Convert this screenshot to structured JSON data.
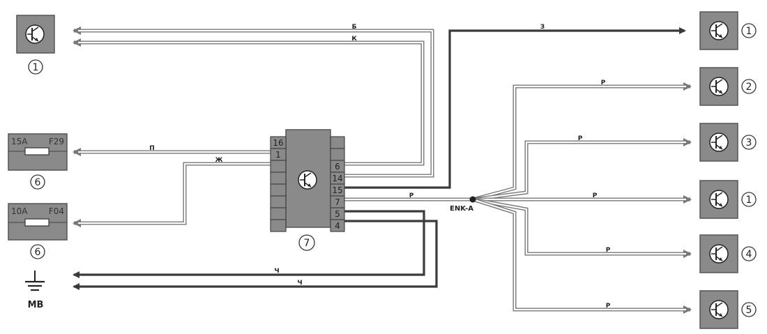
{
  "title": "",
  "colors": {
    "background": "#ffffff",
    "component_fill": "#8a8a8a",
    "component_border": "#555555",
    "wire_dark": "#3a3a3a",
    "wire_light_outline": "#777777",
    "wire_light_fill": "#ffffff"
  },
  "icons": {
    "transistor": "transistor-icon",
    "ground": "ground-icon",
    "fuse": "fuse-icon",
    "junction": "junction-dot"
  },
  "left": {
    "top_transistor": {
      "ref": "1"
    },
    "fuse_f29": {
      "rating": "15A",
      "code": "F29",
      "ref": "6"
    },
    "fuse_f04": {
      "rating": "10A",
      "code": "F04",
      "ref": "6"
    },
    "ground": {
      "label": "MB"
    }
  },
  "module": {
    "ref": "7",
    "pins_left": [
      "16",
      "1",
      "",
      "",
      "",
      "",
      "",
      ""
    ],
    "pins_right": [
      "",
      "",
      "6",
      "14",
      "15",
      "7",
      "5",
      "4"
    ]
  },
  "junction": {
    "label": "ENK-A"
  },
  "right": {
    "transistors": [
      {
        "ref": "1"
      },
      {
        "ref": "2"
      },
      {
        "ref": "3"
      },
      {
        "ref": "1"
      },
      {
        "ref": "4"
      },
      {
        "ref": "5"
      }
    ]
  },
  "wires": {
    "b": "Б",
    "k": "К",
    "z": "З",
    "p_fuse": "П",
    "zh": "Ж",
    "ch1": "Ч",
    "ch2": "Ч",
    "r_main": "Р",
    "r1": "Р",
    "r2": "Р",
    "r3": "Р",
    "r4": "Р",
    "r5": "Р"
  }
}
